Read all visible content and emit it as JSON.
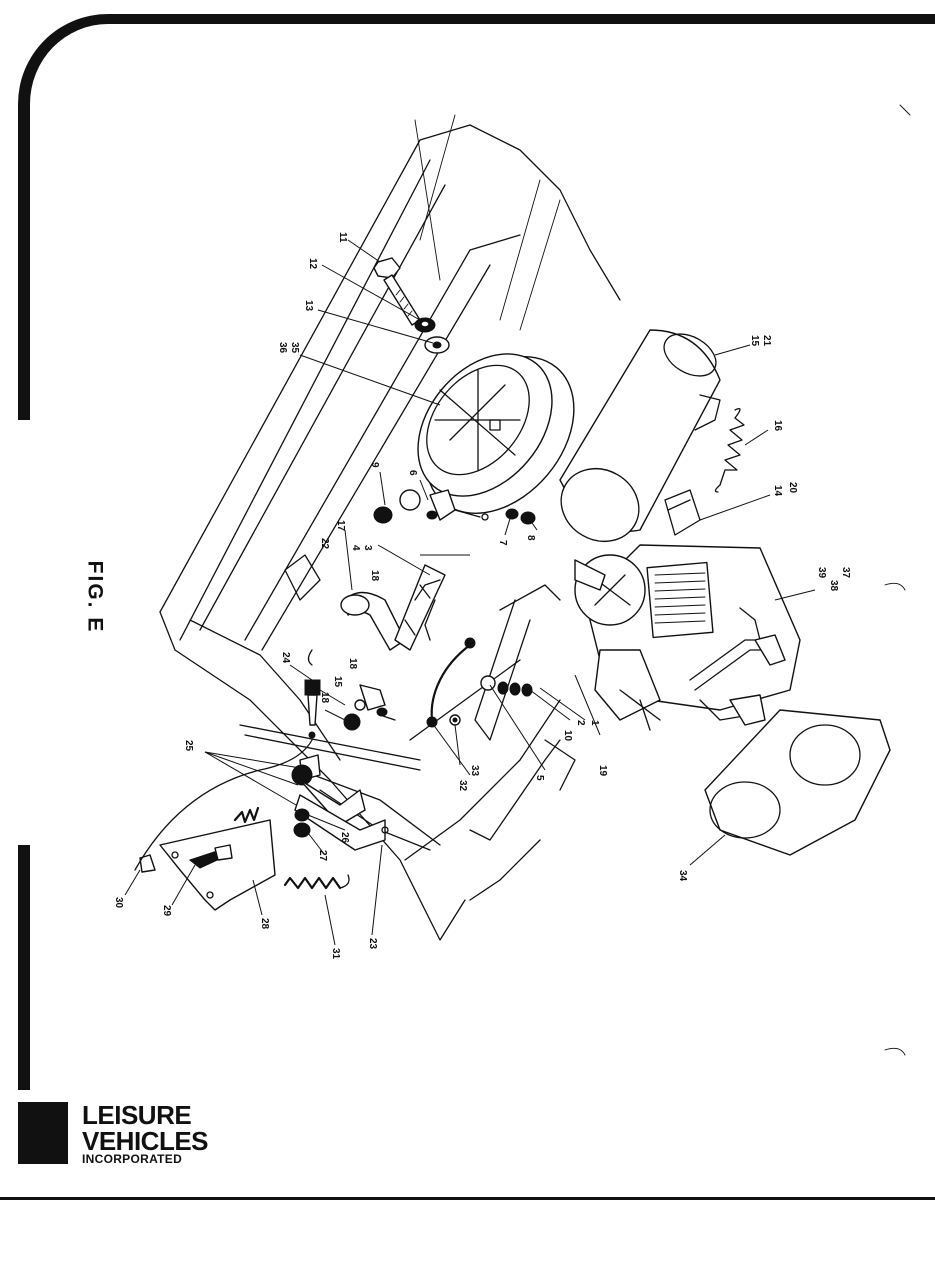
{
  "figure": {
    "label": "FIG. E"
  },
  "logo": {
    "line1": "LEISURE",
    "line2": "VEHICLES",
    "line3": "INCORPORATED"
  },
  "callouts": [
    {
      "key": "c1",
      "text": "1"
    },
    {
      "key": "c2",
      "text": "2"
    },
    {
      "key": "c3",
      "text": "3"
    },
    {
      "key": "c4",
      "text": "4"
    },
    {
      "key": "c5",
      "text": "5"
    },
    {
      "key": "c6",
      "text": "6"
    },
    {
      "key": "c7",
      "text": "7"
    },
    {
      "key": "c8",
      "text": "8"
    },
    {
      "key": "c9",
      "text": "9"
    },
    {
      "key": "c10",
      "text": "10"
    },
    {
      "key": "c11",
      "text": "11"
    },
    {
      "key": "c12",
      "text": "12"
    },
    {
      "key": "c13",
      "text": "13"
    },
    {
      "key": "c14",
      "text": "14"
    },
    {
      "key": "c15",
      "text": "15"
    },
    {
      "key": "c16",
      "text": "16"
    },
    {
      "key": "c17",
      "text": "17"
    },
    {
      "key": "c18a",
      "text": "18"
    },
    {
      "key": "c18b",
      "text": "18"
    },
    {
      "key": "c18c",
      "text": "18"
    },
    {
      "key": "c19",
      "text": "19"
    },
    {
      "key": "c20",
      "text": "20"
    },
    {
      "key": "c21",
      "text": "21"
    },
    {
      "key": "c22",
      "text": "22"
    },
    {
      "key": "c23",
      "text": "23"
    },
    {
      "key": "c24",
      "text": "24"
    },
    {
      "key": "c25",
      "text": "25"
    },
    {
      "key": "c26",
      "text": "26"
    },
    {
      "key": "c27",
      "text": "27"
    },
    {
      "key": "c28",
      "text": "28"
    },
    {
      "key": "c29",
      "text": "29"
    },
    {
      "key": "c30",
      "text": "30"
    },
    {
      "key": "c31",
      "text": "31"
    },
    {
      "key": "c32",
      "text": "32"
    },
    {
      "key": "c33",
      "text": "33"
    },
    {
      "key": "c34",
      "text": "34"
    },
    {
      "key": "c35",
      "text": "35"
    },
    {
      "key": "c36",
      "text": "36"
    },
    {
      "key": "c37",
      "text": "37"
    },
    {
      "key": "c38",
      "text": "38"
    },
    {
      "key": "c39",
      "text": "39"
    },
    {
      "key": "c15b",
      "text": "15"
    }
  ]
}
